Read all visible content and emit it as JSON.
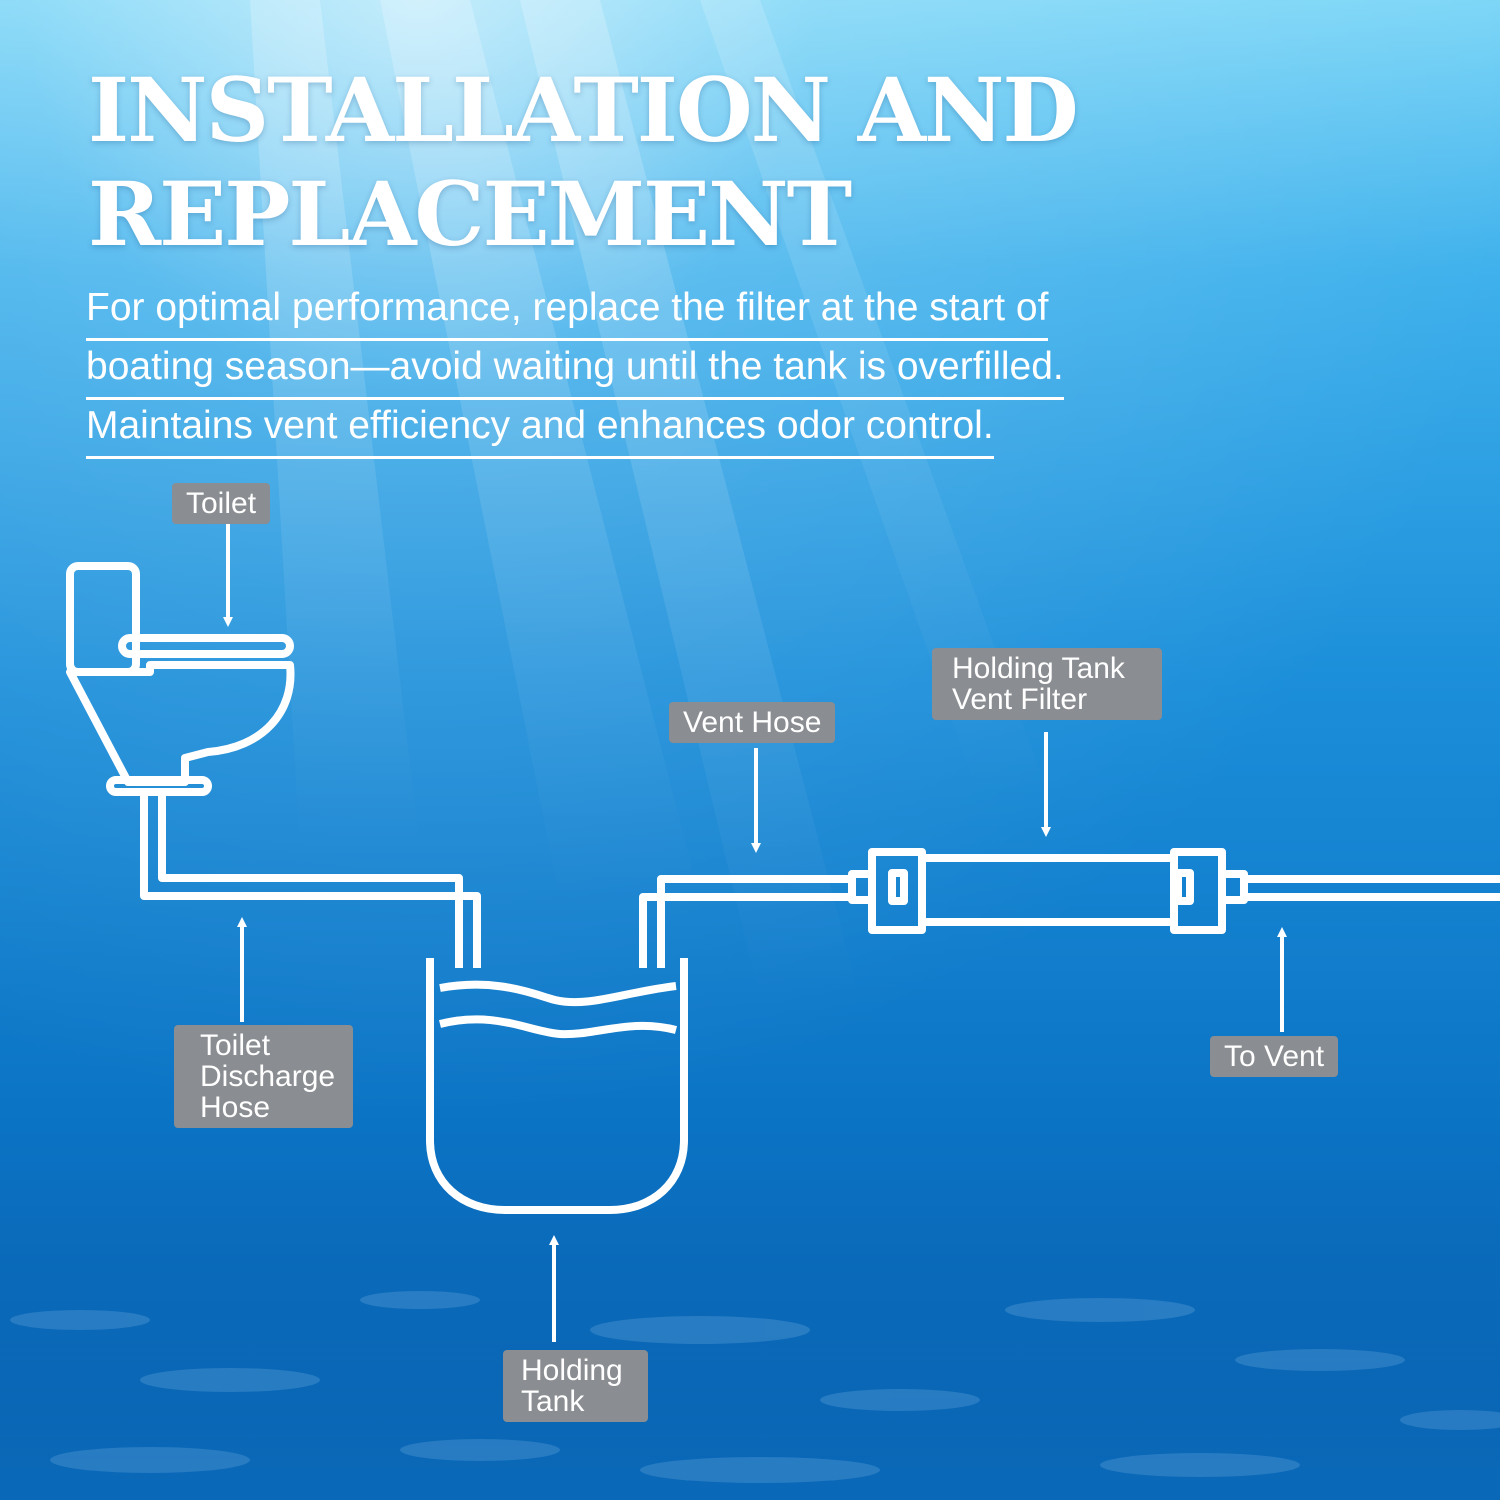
{
  "title": {
    "line1": "INSTALLATION AND",
    "line2": "REPLACEMENT"
  },
  "description": {
    "line1": "For optimal performance, replace the filter at the start of ",
    "line2": "boating season—avoid waiting until the tank is overfilled. ",
    "line3": "Maintains vent efficiency and enhances odor control."
  },
  "labels": {
    "toilet": "Toilet",
    "discharge_hose": {
      "line1": "Toilet",
      "line2": "Discharge",
      "line3": "Hose"
    },
    "holding_tank": {
      "line1": "Holding",
      "line2": "Tank"
    },
    "vent_hose": "Vent Hose",
    "vent_filter": {
      "line1": "Holding Tank",
      "line2": "Vent Filter"
    },
    "to_vent": "To Vent"
  },
  "colors": {
    "label_bg": "#8a8d91",
    "line": "#ffffff",
    "water_top": "#7dd6f7",
    "water_bottom": "#0a5fae"
  }
}
